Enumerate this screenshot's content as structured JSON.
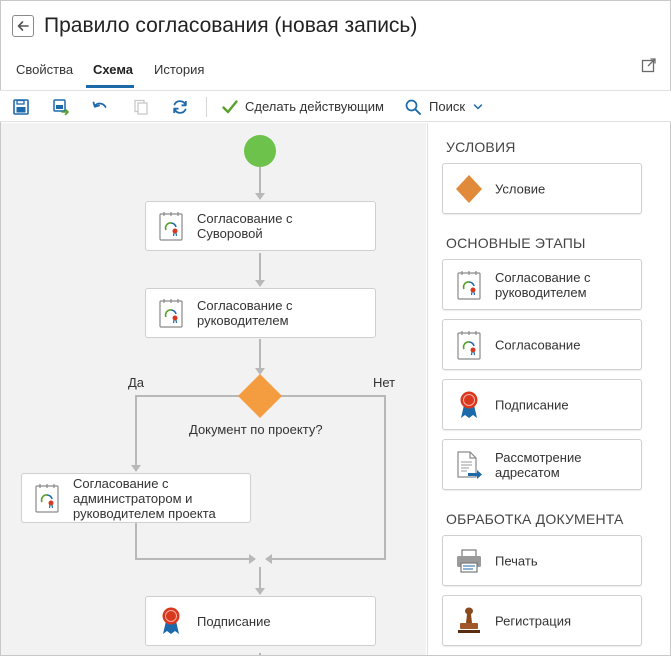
{
  "window": {
    "title": "Правило согласования (новая запись)"
  },
  "tabs": [
    {
      "label": "Свойства"
    },
    {
      "label": "Схема",
      "active": true
    },
    {
      "label": "История"
    }
  ],
  "toolbar": {
    "make_active_label": "Сделать действующим",
    "search_label": "Поиск"
  },
  "canvas": {
    "nodes": [
      {
        "label_line1": "Согласование с",
        "label_line2": "Суворовой"
      },
      {
        "label_line1": "Согласование с",
        "label_line2": "руководителем"
      },
      {
        "label_line1": "Согласование с",
        "label_line2": "администратором и",
        "label_line3": "руководителем проекта"
      },
      {
        "label_line1": "Подписание"
      }
    ],
    "condition_label": "Документ по проекту?",
    "yes_label": "Да",
    "no_label": "Нет"
  },
  "palette": {
    "sections": [
      {
        "title": "УСЛОВИЯ",
        "items": [
          {
            "label_line1": "Условие"
          }
        ]
      },
      {
        "title": "ОСНОВНЫЕ ЭТАПЫ",
        "items": [
          {
            "label_line1": "Согласование с",
            "label_line2": "руководителем"
          },
          {
            "label_line1": "Согласование"
          },
          {
            "label_line1": "Подписание"
          },
          {
            "label_line1": "Рассмотрение",
            "label_line2": "адресатом"
          }
        ]
      },
      {
        "title": "ОБРАБОТКА ДОКУМЕНТА",
        "items": [
          {
            "label_line1": "Печать"
          },
          {
            "label_line1": "Регистрация"
          }
        ]
      }
    ]
  },
  "colors": {
    "accent": "#1d6aab",
    "start_node": "#6cc24a",
    "condition": "#f39c40",
    "check_green": "#5aa02c",
    "seal_red": "#d9381e",
    "line_gray": "#b8b8b8"
  }
}
